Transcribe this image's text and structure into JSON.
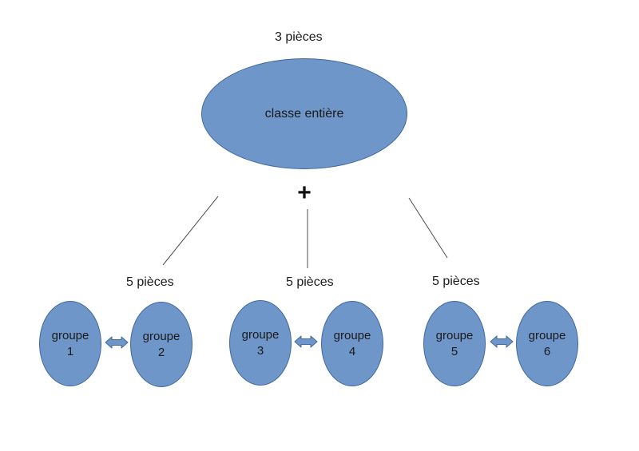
{
  "diagram": {
    "root": {
      "count_label": "3 pièces",
      "label": "classe entière"
    },
    "plus_symbol": "+",
    "groups": [
      {
        "count_label": "5 pièces",
        "left": {
          "name": "groupe",
          "number": "1"
        },
        "right": {
          "name": "groupe",
          "number": "2"
        }
      },
      {
        "count_label": "5 pièces",
        "left": {
          "name": "groupe",
          "number": "3"
        },
        "right": {
          "name": "groupe",
          "number": "4"
        }
      },
      {
        "count_label": "5 pièces",
        "left": {
          "name": "groupe",
          "number": "5"
        },
        "right": {
          "name": "groupe",
          "number": "6"
        }
      }
    ],
    "colors": {
      "shape_fill": "#6e96c9",
      "shape_border": "#41699e",
      "connector": "#4d4d4d",
      "text": "#1a1a1a"
    }
  }
}
